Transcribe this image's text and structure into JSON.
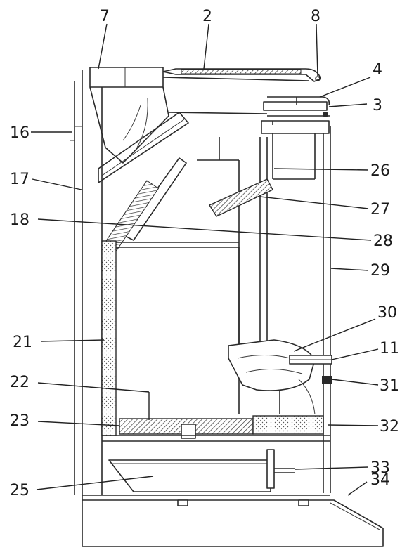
{
  "labels": [
    {
      "id": "l7",
      "text": "7"
    },
    {
      "id": "l2",
      "text": "2"
    },
    {
      "id": "l8",
      "text": "8"
    },
    {
      "id": "l4",
      "text": "4"
    },
    {
      "id": "l3",
      "text": "3"
    },
    {
      "id": "l16",
      "text": "16"
    },
    {
      "id": "l17",
      "text": "17"
    },
    {
      "id": "l26",
      "text": "26"
    },
    {
      "id": "l27",
      "text": "27"
    },
    {
      "id": "l18",
      "text": "18"
    },
    {
      "id": "l28",
      "text": "28"
    },
    {
      "id": "l29",
      "text": "29"
    },
    {
      "id": "l30",
      "text": "30"
    },
    {
      "id": "l21",
      "text": "21"
    },
    {
      "id": "l11",
      "text": "11"
    },
    {
      "id": "l31",
      "text": "31"
    },
    {
      "id": "l22",
      "text": "22"
    },
    {
      "id": "l23",
      "text": "23"
    },
    {
      "id": "l32",
      "text": "32"
    },
    {
      "id": "l33",
      "text": "33"
    },
    {
      "id": "l25",
      "text": "25"
    },
    {
      "id": "l34",
      "text": "34"
    }
  ]
}
